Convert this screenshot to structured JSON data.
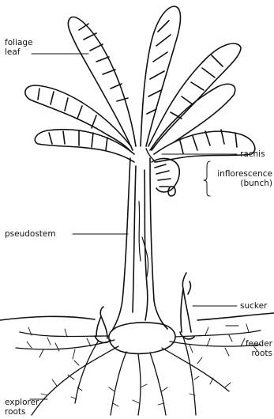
{
  "labels": {
    "foliage_leaf": [
      "foliage",
      "leaf"
    ],
    "rachis": "rachis",
    "inflorescence": [
      "inflorescence",
      "(bunch)"
    ],
    "pseudostem": "pseudostem",
    "sucker": "sucker",
    "feeder_roots": [
      "feeder",
      "roots"
    ],
    "explorer_roots": [
      "explorer",
      "roots"
    ]
  },
  "colors": {
    "ink": "#111111",
    "background": "#ffffff"
  }
}
